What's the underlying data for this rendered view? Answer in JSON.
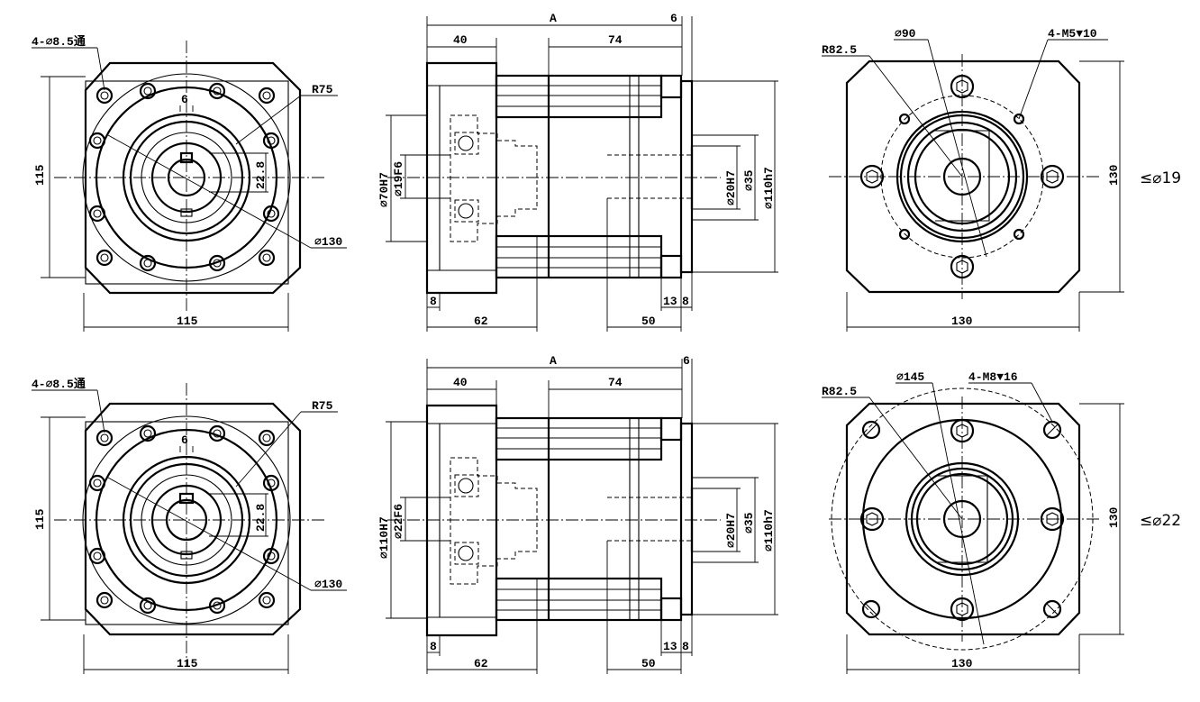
{
  "top": {
    "front": {
      "holes": "4-⌀8.5通",
      "radius": "R75",
      "key": "6",
      "keyheight": "22.8",
      "dia": "⌀130",
      "height": "115",
      "width": "115"
    },
    "side": {
      "total": "A",
      "flange": "6",
      "len1": "40",
      "len2": "74",
      "pilot": "⌀70H7",
      "bore": "⌀19F6",
      "shaft": "⌀20H7",
      "shoulder": "⌀35",
      "spigot": "⌀110h7",
      "w8": "8",
      "w62": "62",
      "w50": "50",
      "w13": "13",
      "w8b": "8"
    },
    "rear": {
      "radius": "R82.5",
      "pcd": "⌀90",
      "thread": "4-M5▼10",
      "width": "130",
      "height": "130",
      "note": "≤⌀19"
    }
  },
  "bottom": {
    "front": {
      "holes": "4-⌀8.5通",
      "radius": "R75",
      "key": "6",
      "keyheight": "22.8",
      "dia": "⌀130",
      "height": "115",
      "width": "115"
    },
    "side": {
      "total": "A",
      "flange": "6",
      "len1": "40",
      "len2": "74",
      "pilot": "⌀110H7",
      "bore": "⌀22F6",
      "shaft": "⌀20H7",
      "shoulder": "⌀35",
      "spigot": "⌀110h7",
      "w8": "8",
      "w62": "62",
      "w50": "50",
      "w13": "13",
      "w8b": "8"
    },
    "rear": {
      "radius": "R82.5",
      "pcd": "⌀145",
      "thread": "4-M8▼16",
      "width": "130",
      "height": "130",
      "note": "≤⌀22"
    }
  }
}
